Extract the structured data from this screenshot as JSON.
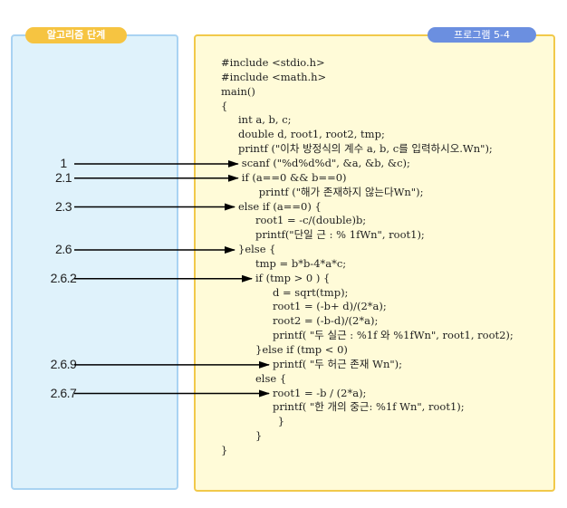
{
  "left_tab": "알고리즘 단계",
  "right_tab": "프로그램 5-4",
  "code_lines": [
    {
      "text": "#include <stdio.h>",
      "indent": 0
    },
    {
      "text": "#include <math.h>",
      "indent": 0
    },
    {
      "text": "main()",
      "indent": 0
    },
    {
      "text": "{",
      "indent": 0
    },
    {
      "text": "int a, b, c;",
      "indent": 1
    },
    {
      "text": "double d, root1, root2, tmp;",
      "indent": 1
    },
    {
      "text": "printf (\"이차 방정식의 계수 a, b, c를 입력하시오.Wn\");",
      "indent": 1
    },
    {
      "text": "scanf (\"%d%d%d\", &a, &b, &c);",
      "indent": 1.2
    },
    {
      "text": "if (a==0 && b==0)",
      "indent": 1.2
    },
    {
      "text": "printf (\"해가 존재하지 않는다Wn\");",
      "indent": 2.2
    },
    {
      "text": "else if (a==0) {",
      "indent": 1
    },
    {
      "text": "root1 = -c/(double)b;",
      "indent": 2
    },
    {
      "text": "printf(\"단일 근 : % 1fWn\", root1);",
      "indent": 2
    },
    {
      "text": "}else {",
      "indent": 1
    },
    {
      "text": "tmp = b*b-4*a*c;",
      "indent": 2
    },
    {
      "text": "if (tmp > 0 ) {",
      "indent": 2
    },
    {
      "text": "d = sqrt(tmp);",
      "indent": 3
    },
    {
      "text": "root1 = (-b+ d)/(2*a);",
      "indent": 3
    },
    {
      "text": "root2 = (-b-d)/(2*a);",
      "indent": 3
    },
    {
      "text": "printf( \"두 실근 : %1f 와 %1fWn\", root1, root2);",
      "indent": 3
    },
    {
      "text": "}else if (tmp < 0)",
      "indent": 2
    },
    {
      "text": "printf( \"두 허근 존재 Wn\");",
      "indent": 3
    },
    {
      "text": "else {",
      "indent": 2
    },
    {
      "text": "root1 = -b / (2*a);",
      "indent": 3
    },
    {
      "text": "printf( \"한 개의 중근: %1f Wn\", root1);",
      "indent": 3
    },
    {
      "text": "}",
      "indent": 3.3
    },
    {
      "text": "}",
      "indent": 2
    },
    {
      "text": "}",
      "indent": 0
    }
  ],
  "steps": [
    {
      "label": "1",
      "line": 7
    },
    {
      "label": "2.1",
      "line": 8
    },
    {
      "label": "2.3",
      "line": 10
    },
    {
      "label": "2.6",
      "line": 13
    },
    {
      "label": "2.6.2",
      "line": 15
    },
    {
      "label": "2.6.9",
      "line": 21
    },
    {
      "label": "2.6.7",
      "line": 23
    }
  ],
  "colors": {
    "left_panel_bg": "#dff2fb",
    "left_panel_border": "#a9d3f2",
    "right_panel_bg": "#fffbd8",
    "right_panel_border": "#f1c94a",
    "left_tab": "#f6c441",
    "right_tab": "#6b8fe0",
    "arrow": "#000000"
  }
}
